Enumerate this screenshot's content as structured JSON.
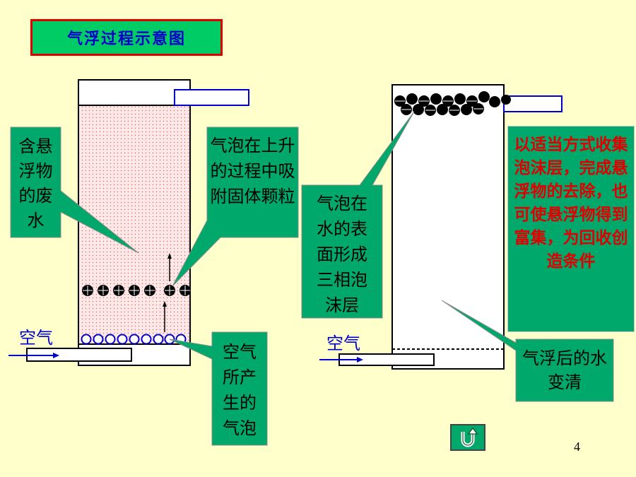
{
  "title": "气浮过程示意图",
  "labels": {
    "wastewater": "含悬浮物的废水",
    "rising": "气泡在上升的过程中吸附固体颗粒",
    "bubbles_made": "空气所产生的气泡",
    "surface_foam": "气泡在水的表面形成三相泡沫层",
    "clear_water": "气浮后的水变清",
    "collect_note": "以适当方式收集泡沫层，完成悬浮物的去除，也可使悬浮物得到富集，为回收创造条件"
  },
  "air_left": "空气",
  "air_right": "空气",
  "page_number": "4",
  "return_icon": "u-turn-icon",
  "colors": {
    "background": "#ffffcc",
    "callout": "#00a86b",
    "title_bg": "#00cc66",
    "title_border": "#e00000",
    "title_text": "#0000cc",
    "note_text": "#e00000",
    "air_text": "#0000cc"
  }
}
